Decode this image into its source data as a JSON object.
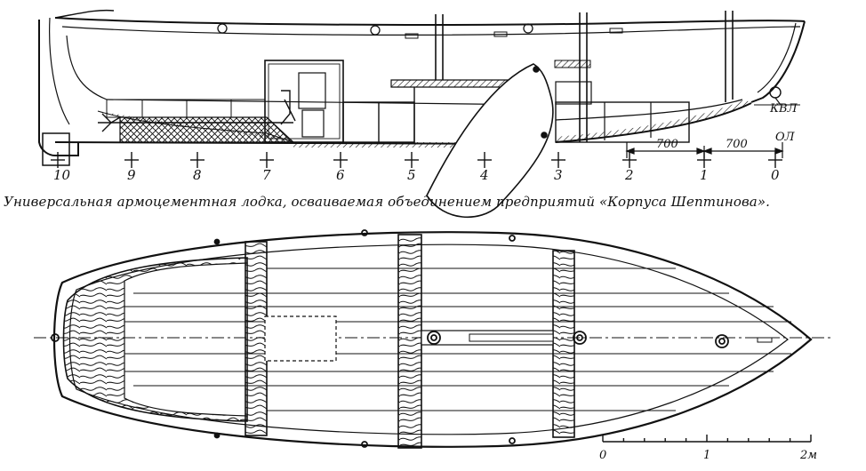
{
  "caption": "Универсальная армоцементная лодка, осваиваемая объединением предприятий «Корпуса Шептинова».",
  "profile": {
    "stations": [
      "10",
      "9",
      "8",
      "7",
      "6",
      "5",
      "4",
      "3",
      "2",
      "1",
      "0"
    ],
    "waterline_label": "КВЛ",
    "baseline_label": "ОЛ",
    "dimension_1": "700",
    "dimension_2": "700"
  },
  "scale_bar": {
    "ticks": [
      "0",
      "1",
      "2м"
    ]
  }
}
